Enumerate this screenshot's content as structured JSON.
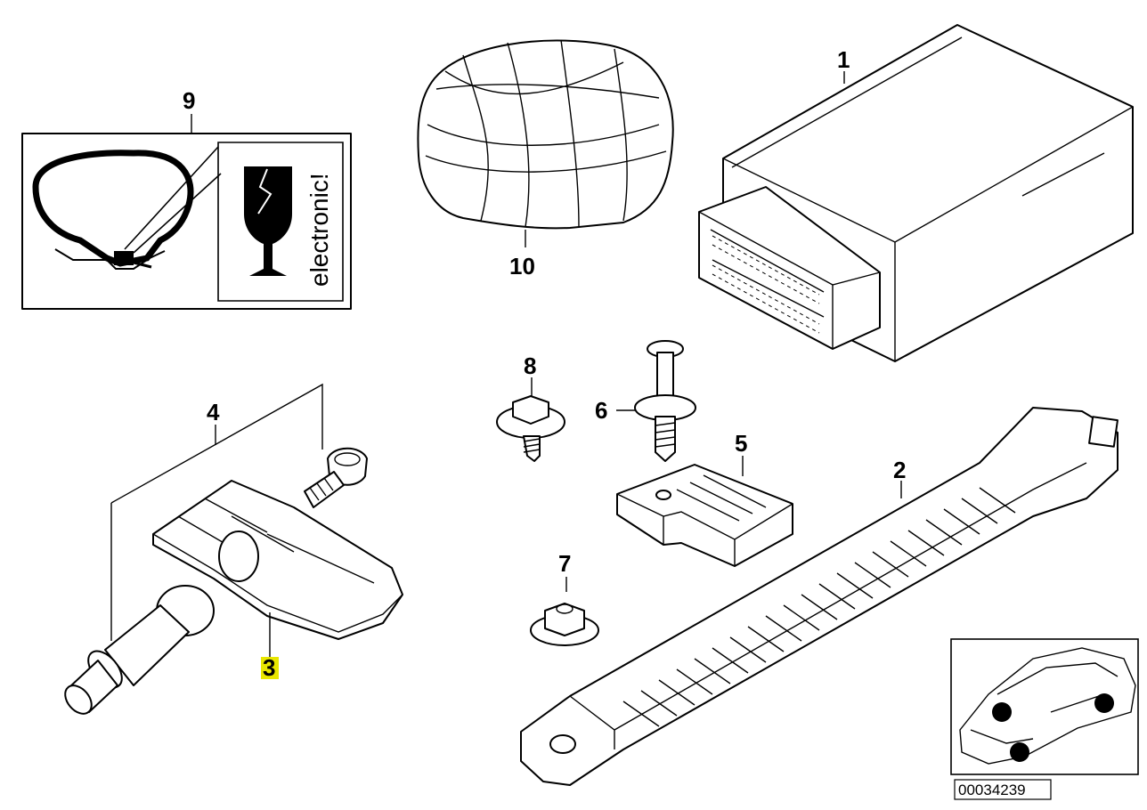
{
  "callouts": {
    "c1": "1",
    "c2": "2",
    "c3": "3",
    "c4": "4",
    "c5": "5",
    "c6": "6",
    "c7": "7",
    "c8": "8",
    "c9": "9",
    "c10": "10"
  },
  "label_card": {
    "text": "electronic!"
  },
  "reference_number": "00034239",
  "colors": {
    "highlight": "#e8e600",
    "line": "#000000",
    "background": "#ffffff"
  },
  "icons": {
    "fragile": "fragile-glass-icon",
    "tire": "tire-cross-section-icon",
    "car": "car-locator-icon"
  }
}
